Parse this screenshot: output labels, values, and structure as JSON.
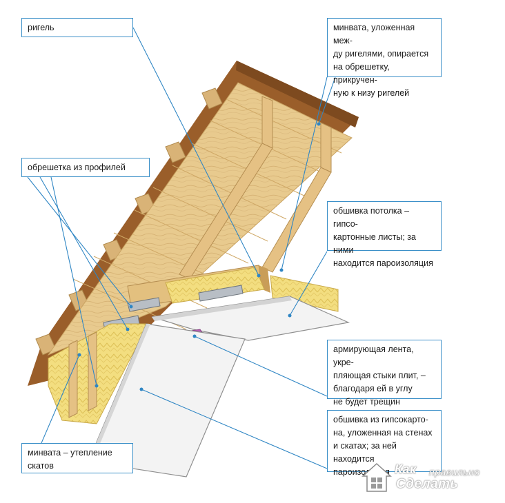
{
  "labels": {
    "rigel": "ригель",
    "minvata_between": [
      "минвата, уложенная меж-",
      "ду ригелями, опирается",
      "на обрешетку, прикручен-",
      "ную к низу ригелей"
    ],
    "obreshetka": "обрешетка из профилей",
    "obshivka_potolka": [
      "обшивка потолка – гипсо-",
      "картонные листы; за ними",
      "находится пароизоляция"
    ],
    "lenta": [
      "армирующая лента, укре-",
      "пляющая стыки плит, –",
      "благодаря ей в углу",
      "не будет трещин"
    ],
    "obshivka_sten": [
      "обшивка из гипсокарто-",
      "на, уложенная на стенах",
      "и скатах; за ней находится",
      "пароизоляция"
    ],
    "minvata_skaty": [
      "минвата – утепление",
      "скатов"
    ]
  },
  "watermark": {
    "line1": "Как",
    "line1b": "правильно",
    "line2": "Сделать"
  },
  "colors": {
    "callout_border": "#3a8fc8",
    "leader_line": "#2f86c4",
    "roof_sheathing": "#9a5e2a",
    "timber": "#e7c98b",
    "timber_dark": "#c9a362",
    "insulation": "#f2dc7c",
    "drywall": "#f2f2f2",
    "tape": "#b45bb0"
  }
}
